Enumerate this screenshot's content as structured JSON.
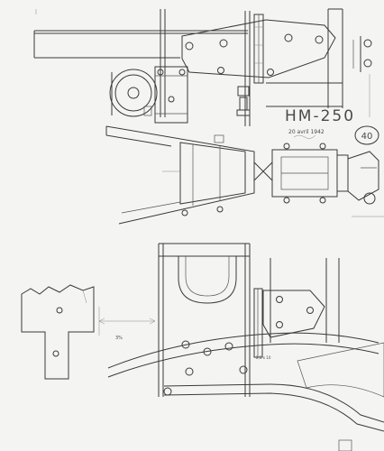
{
  "drawing": {
    "title": "HM-250",
    "date": "20 avril 1942",
    "sheet_number": "40",
    "note_left": "3%",
    "note_bottom": "2,5 x 10"
  }
}
